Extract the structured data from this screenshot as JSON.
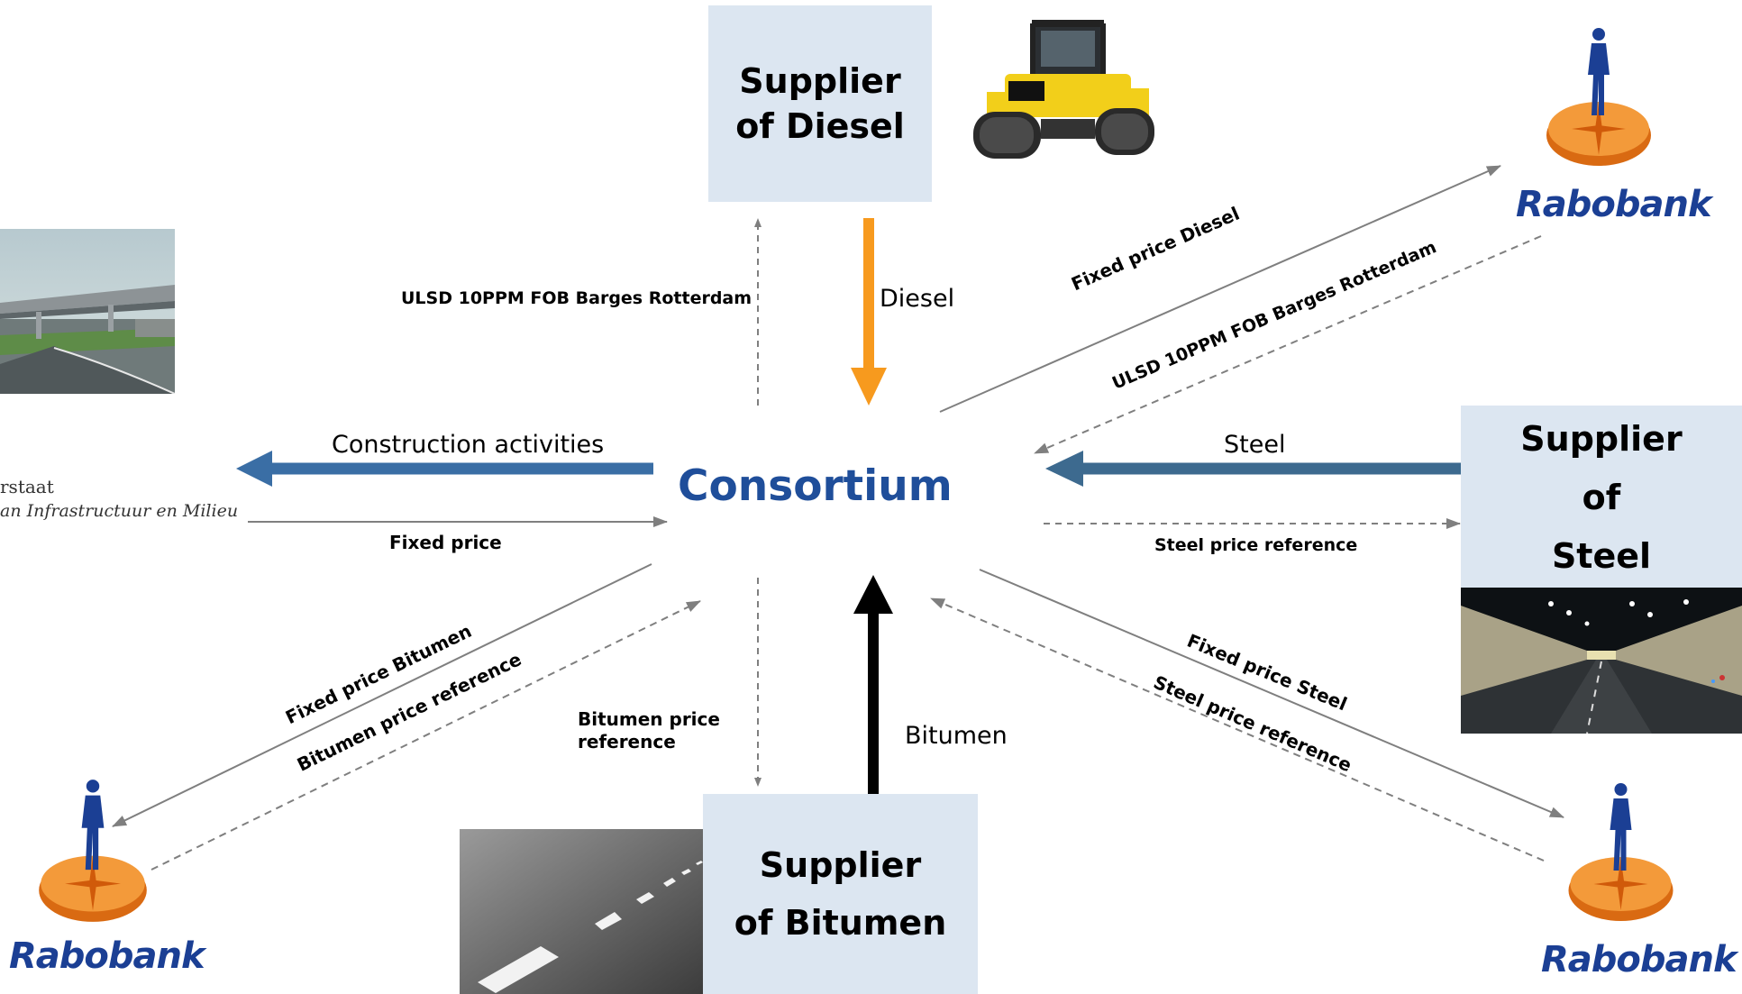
{
  "center": {
    "label": "Consortium"
  },
  "boxes": {
    "diesel": {
      "line1": "Supplier",
      "line2": "of Diesel"
    },
    "steel": {
      "line1": "Supplier",
      "line2": "of",
      "line3": "Steel"
    },
    "bitumen": {
      "line1": "Supplier",
      "line2": "of Bitumen"
    }
  },
  "labels": {
    "ulsd_top": "ULSD  10PPM FOB Barges Rotterdam",
    "diesel": "Diesel",
    "construction": "Construction activities",
    "fixed_price": "Fixed price",
    "steel": "Steel",
    "steel_ref": "Steel price reference",
    "fixed_diesel": "Fixed price Diesel",
    "ulsd_diag": "ULSD  10PPM FOB Barges Rotterdam",
    "fixed_bitumen": "Fixed price Bitumen",
    "bitumen_ref_diag": "Bitumen price reference",
    "bitumen_ref_line1": "Bitumen price",
    "bitumen_ref_line2": "reference",
    "bitumen": "Bitumen",
    "fixed_steel": "Fixed price Steel",
    "steel_ref_diag": "Steel price reference"
  },
  "client": {
    "line1": "rstaat",
    "line2": "an Infrastructuur en Milieu"
  },
  "banks": {
    "name": "Rabobank"
  },
  "icons": [
    "road-roller-icon",
    "bridge-highway-image",
    "tunnel-image",
    "asphalt-road-image",
    "rabobank-logo"
  ],
  "colors": {
    "consortium": "#1f4e9a",
    "box_fill": "#dce6f1",
    "diesel_arrow": "#f79a1e",
    "blue_arrow": "#3a6ea5",
    "steel_arrow": "#3d6a8f",
    "rabobank_blue": "#1b3f94",
    "rabobank_orange": "#f07e1a"
  }
}
